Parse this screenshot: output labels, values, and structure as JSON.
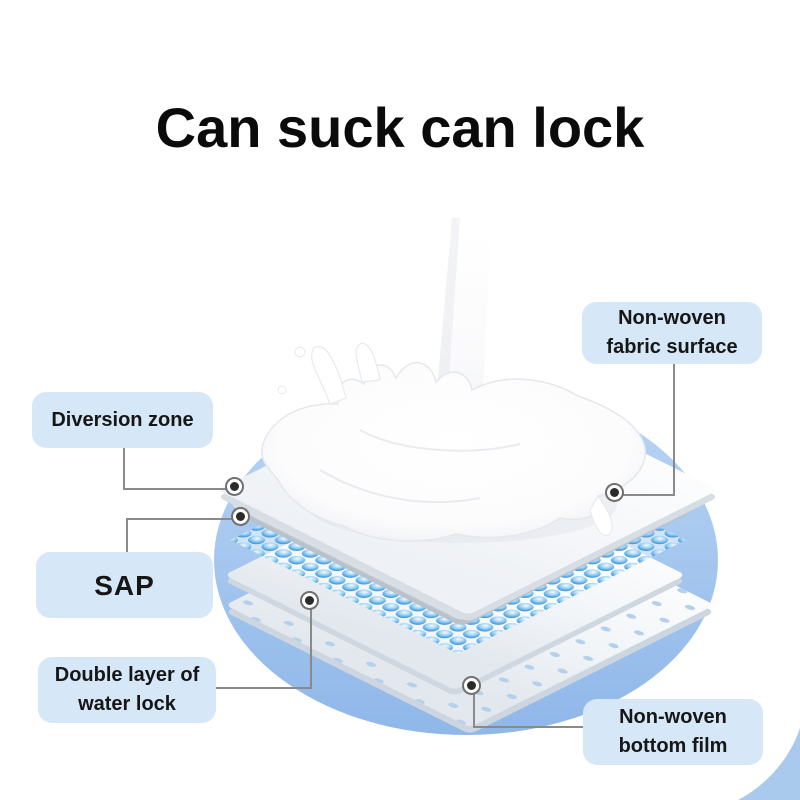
{
  "title": "Can suck can lock",
  "callouts": {
    "fabric_surface": {
      "lines": [
        "Non-woven",
        "fabric surface"
      ]
    },
    "diversion_zone": {
      "lines": [
        "Diversion zone"
      ]
    },
    "sap": {
      "lines": [
        "SAP"
      ]
    },
    "water_lock": {
      "lines": [
        "Double layer of",
        "water lock"
      ]
    },
    "bottom_film": {
      "lines": [
        "Non-woven",
        "bottom film"
      ]
    }
  },
  "illustration": {
    "layers_front_to_back": [
      "milk-splash",
      "non-woven-fabric-surface-sheet",
      "diversion-tube-layer",
      "sap-bubble-layer",
      "water-lock-sheet",
      "non-woven-bottom-film",
      "blue-ellipse-background"
    ]
  },
  "colors": {
    "title_text": "#0B0B0B",
    "label_bg": "#D6E7F8",
    "label_text": "#161616",
    "leader_line": "#8A8A8A",
    "anchor_dot": "#2B2B2B",
    "background_ellipse": "#9FC2EC",
    "sap_bubble_blue": "#2E8CD6",
    "bottom_film_dot_blue": "#B4D0ED"
  }
}
